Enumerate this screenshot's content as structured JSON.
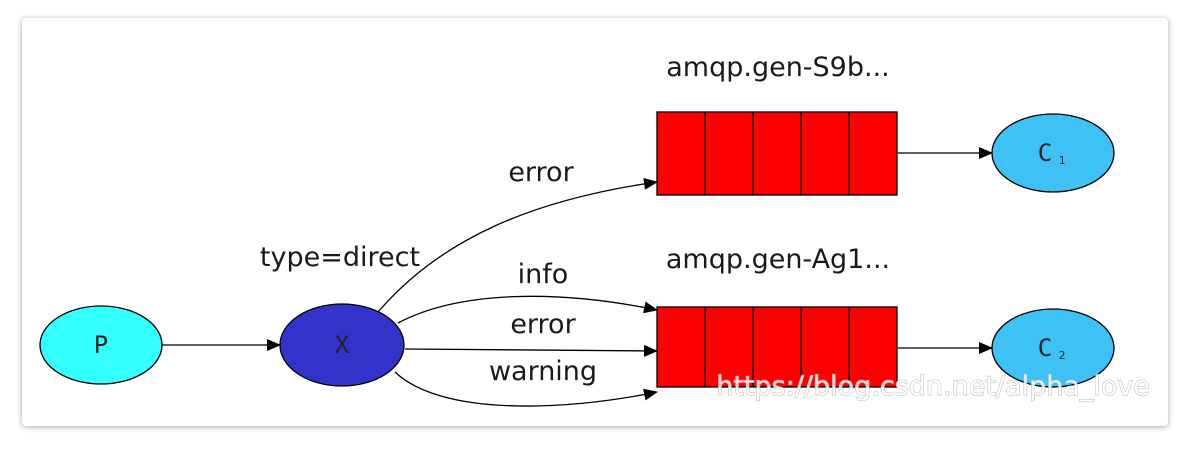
{
  "producer": {
    "label": "P"
  },
  "exchange": {
    "label": "X",
    "type_label": "type=direct"
  },
  "queues": [
    {
      "name": "amqp.gen-S9b...",
      "binding_keys": [
        "error"
      ]
    },
    {
      "name": "amqp.gen-Ag1...",
      "binding_keys": [
        "info",
        "error",
        "warning"
      ]
    }
  ],
  "consumers": [
    {
      "label": "C",
      "subscript": "1"
    },
    {
      "label": "C",
      "subscript": "2"
    }
  ],
  "watermark": "https://blog.csdn.net/alpha_love",
  "colors": {
    "producer": "#33ffff",
    "exchange": "#3333cc",
    "queue": "#ff0000",
    "consumer": "#3ec1f5",
    "edge": "#000000"
  }
}
